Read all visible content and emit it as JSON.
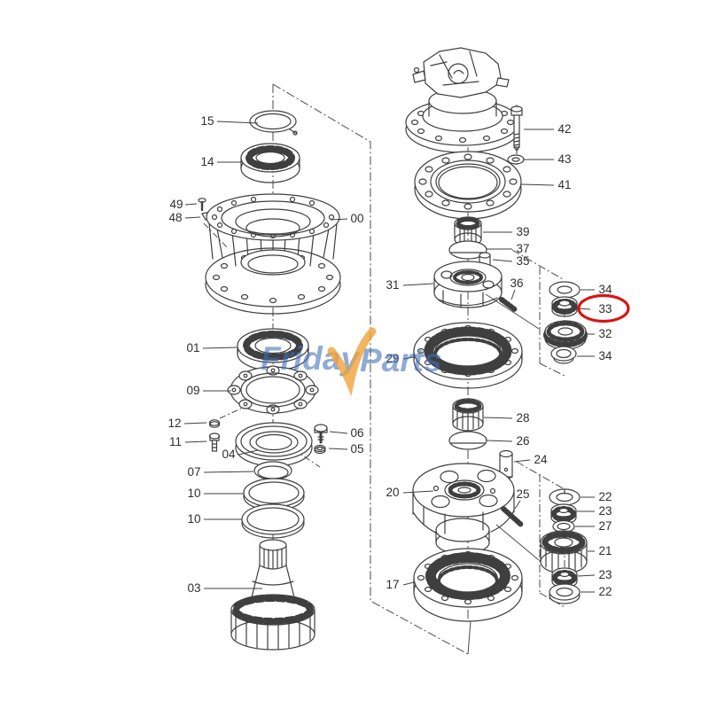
{
  "watermark": {
    "word1": "Friday",
    "word2": "Parts",
    "text_color": "#4070b8",
    "check_color": "#f0a33a"
  },
  "highlight": {
    "circled_part": "33",
    "circle_color": "#d81414"
  },
  "labels": [
    {
      "text": "15"
    },
    {
      "text": "14"
    },
    {
      "text": "49"
    },
    {
      "text": "48"
    },
    {
      "text": "00"
    },
    {
      "text": "01"
    },
    {
      "text": "09"
    },
    {
      "text": "12"
    },
    {
      "text": "11"
    },
    {
      "text": "04"
    },
    {
      "text": "06"
    },
    {
      "text": "05"
    },
    {
      "text": "07"
    },
    {
      "text": "10"
    },
    {
      "text": "10"
    },
    {
      "text": "03"
    },
    {
      "text": "42"
    },
    {
      "text": "43"
    },
    {
      "text": "41"
    },
    {
      "text": "39"
    },
    {
      "text": "37"
    },
    {
      "text": "35"
    },
    {
      "text": "31"
    },
    {
      "text": "36"
    },
    {
      "text": "34"
    },
    {
      "text": "33"
    },
    {
      "text": "32"
    },
    {
      "text": "34"
    },
    {
      "text": "29"
    },
    {
      "text": "28"
    },
    {
      "text": "26"
    },
    {
      "text": "24"
    },
    {
      "text": "20"
    },
    {
      "text": "25"
    },
    {
      "text": "22"
    },
    {
      "text": "23"
    },
    {
      "text": "27"
    },
    {
      "text": "21"
    },
    {
      "text": "23"
    },
    {
      "text": "22"
    },
    {
      "text": "17"
    }
  ]
}
